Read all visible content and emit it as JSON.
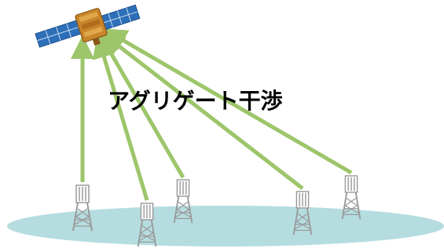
{
  "diagram": {
    "label": "アグリゲート干渉",
    "colors": {
      "ground": "#b5dde0",
      "arrow": "#9dc56a",
      "panel": "#2d6fb8",
      "panel_line": "#c9dcf2",
      "satellite_body": "#c9852a",
      "tower": "#9a9a9a"
    },
    "nodes": [
      {
        "id": "satellite",
        "kind": "satellite"
      },
      {
        "id": "tower-1",
        "kind": "base-station"
      },
      {
        "id": "tower-2",
        "kind": "base-station"
      },
      {
        "id": "tower-3",
        "kind": "base-station"
      },
      {
        "id": "tower-4",
        "kind": "base-station"
      },
      {
        "id": "tower-5",
        "kind": "base-station"
      }
    ],
    "edges": [
      {
        "from": "tower-1",
        "to": "satellite"
      },
      {
        "from": "tower-2",
        "to": "satellite"
      },
      {
        "from": "tower-3",
        "to": "satellite"
      },
      {
        "from": "tower-4",
        "to": "satellite"
      },
      {
        "from": "tower-5",
        "to": "satellite"
      }
    ]
  }
}
